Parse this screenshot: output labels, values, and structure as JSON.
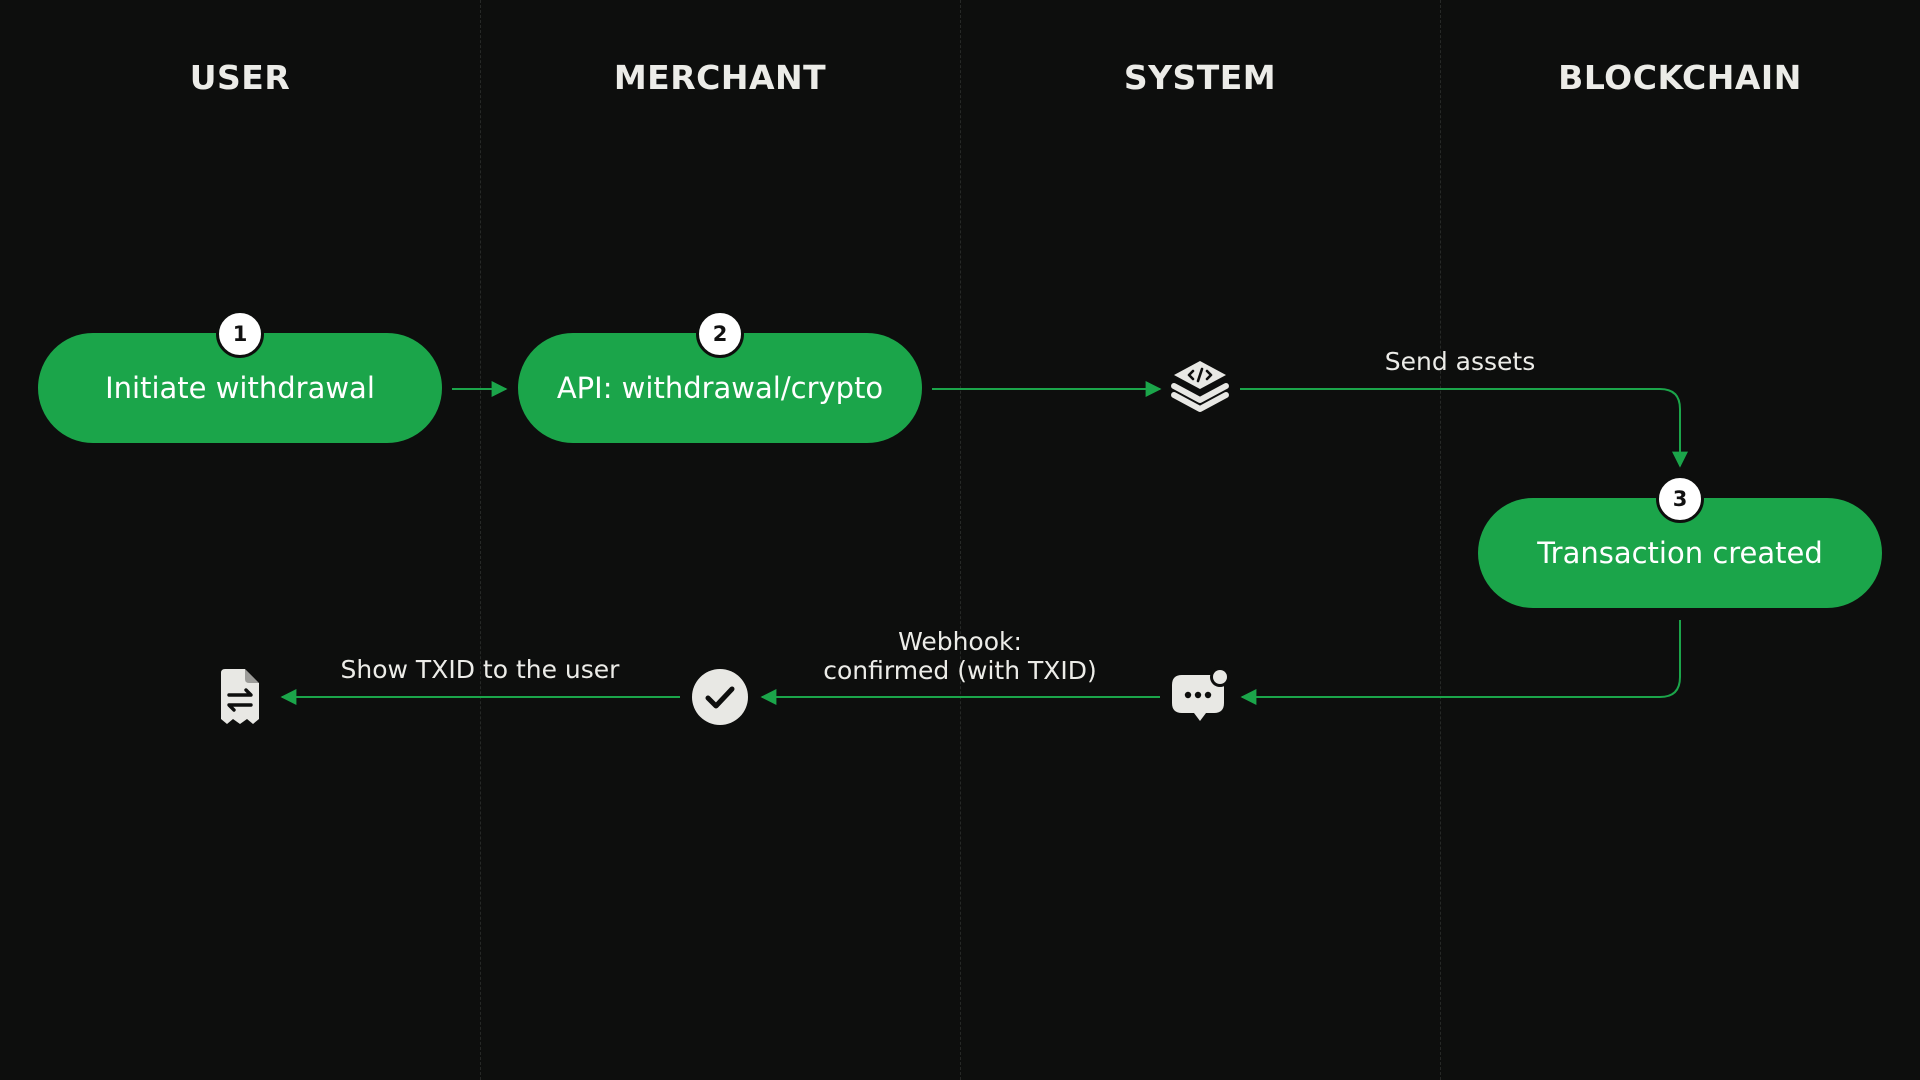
{
  "lanes": [
    "USER",
    "MERCHANT",
    "SYSTEM",
    "BLOCKCHAIN"
  ],
  "steps": [
    {
      "number": "1",
      "label": "Initiate withdrawal"
    },
    {
      "number": "2",
      "label": "API: withdrawal/crypto"
    },
    {
      "number": "3",
      "label": "Transaction created"
    }
  ],
  "edges": {
    "send_assets": "Send assets",
    "webhook_line1": "Webhook:",
    "webhook_line2": "confirmed (with TXID)",
    "show_txid": "Show TXID to the user"
  },
  "icons": {
    "system_node": "code-layers-icon",
    "webhook_node": "chat-notification-icon",
    "merchant_node": "check-circle-icon",
    "user_node": "receipt-transfer-icon"
  },
  "colors": {
    "background": "#0d0e0d",
    "accent": "#1ba54a",
    "text": "#ecece8",
    "icon_fill": "#e8e8e4"
  }
}
